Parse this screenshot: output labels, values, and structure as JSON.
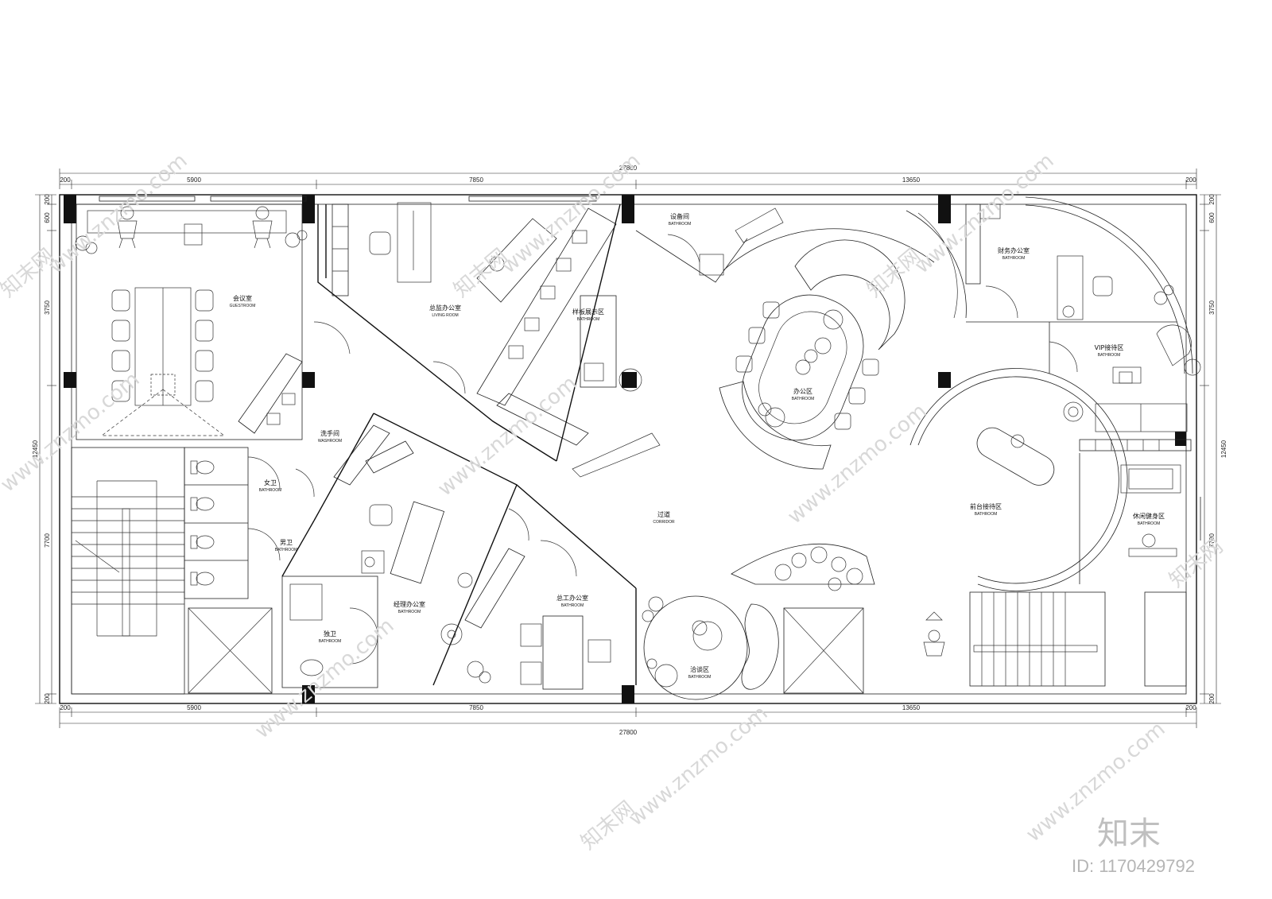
{
  "dimensions": {
    "total": "27800",
    "top": [
      "200",
      "5900",
      "7850",
      "13650",
      "200"
    ],
    "bottom": [
      "200",
      "5900",
      "7850",
      "13650",
      "200"
    ],
    "left": [
      "200",
      "600",
      "3750",
      "12450",
      "7700",
      "200"
    ],
    "right": [
      "200",
      "600",
      "3750",
      "12450",
      "7700",
      "200"
    ]
  },
  "rooms": {
    "meeting": {
      "cn": "会议室",
      "en": "GUESTROOM"
    },
    "director": {
      "cn": "总监办公室",
      "en": "LIVING ROOM"
    },
    "sample": {
      "cn": "样板展示区",
      "en": "BATHROOM"
    },
    "equipment": {
      "cn": "设备间",
      "en": "BATHROOM"
    },
    "office": {
      "cn": "办公区",
      "en": "BATHROOM"
    },
    "finance": {
      "cn": "财务办公室",
      "en": "BATHROOM"
    },
    "vip": {
      "cn": "VIP接待区",
      "en": "BATHROOM"
    },
    "washroom": {
      "cn": "洗手间",
      "en": "WASHROOM"
    },
    "female": {
      "cn": "女卫",
      "en": "BATHROOM"
    },
    "male": {
      "cn": "男卫",
      "en": "BATHROOM"
    },
    "single": {
      "cn": "独卫",
      "en": "BATHROOM"
    },
    "manager": {
      "cn": "经理办公室",
      "en": "BATHROOM"
    },
    "engineer": {
      "cn": "总工办公室",
      "en": "BATHROOM"
    },
    "corridor": {
      "cn": "过道",
      "en": "CORRIDOR"
    },
    "negotiation": {
      "cn": "洽谈区",
      "en": "BATHROOM"
    },
    "reception": {
      "cn": "前台接待区",
      "en": "BATHROOM"
    },
    "fitness": {
      "cn": "休闲健身区",
      "en": "BATHROOM"
    }
  },
  "watermark": {
    "site": "www.znzmo.com",
    "brand_small": "知末网",
    "brand": "知末",
    "id": "ID: 1170429792"
  }
}
